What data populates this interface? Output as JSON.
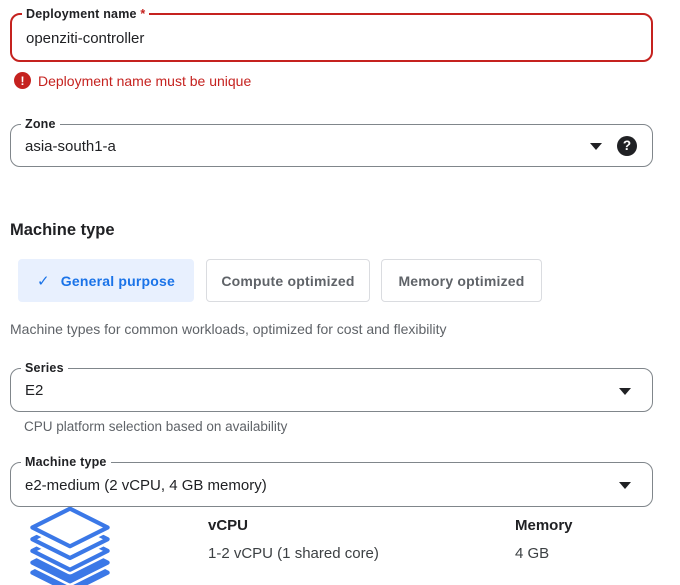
{
  "deployment": {
    "label": "Deployment name",
    "required_marker": "*",
    "value": "openziti-controller",
    "error_message": "Deployment name must be unique"
  },
  "zone": {
    "label": "Zone",
    "value": "asia-south1-a"
  },
  "machine_section": {
    "heading": "Machine type",
    "tabs": [
      {
        "label": "General purpose",
        "selected": true
      },
      {
        "label": "Compute optimized",
        "selected": false
      },
      {
        "label": "Memory optimized",
        "selected": false
      }
    ],
    "description": "Machine types for common workloads, optimized for cost and flexibility",
    "series": {
      "label": "Series",
      "value": "E2"
    },
    "series_helper": "CPU platform selection based on availability",
    "machine_type": {
      "label": "Machine type",
      "value": "e2-medium (2 vCPU, 4 GB memory)"
    },
    "specs": {
      "vcpu_header": "vCPU",
      "vcpu_value": "1-2 vCPU (1 shared core)",
      "memory_header": "Memory",
      "memory_value": "4 GB"
    }
  },
  "icons": {
    "check_glyph": "✓",
    "help_glyph": "?",
    "error_glyph": "!"
  },
  "colors": {
    "error_red": "#c5221f",
    "accent_blue": "#1a73e8",
    "tab_selected_bg": "#e8f0fe",
    "icon_blue": "#3b78e7",
    "muted_gray": "#5f6368",
    "field_border_gray": "#80868b"
  }
}
